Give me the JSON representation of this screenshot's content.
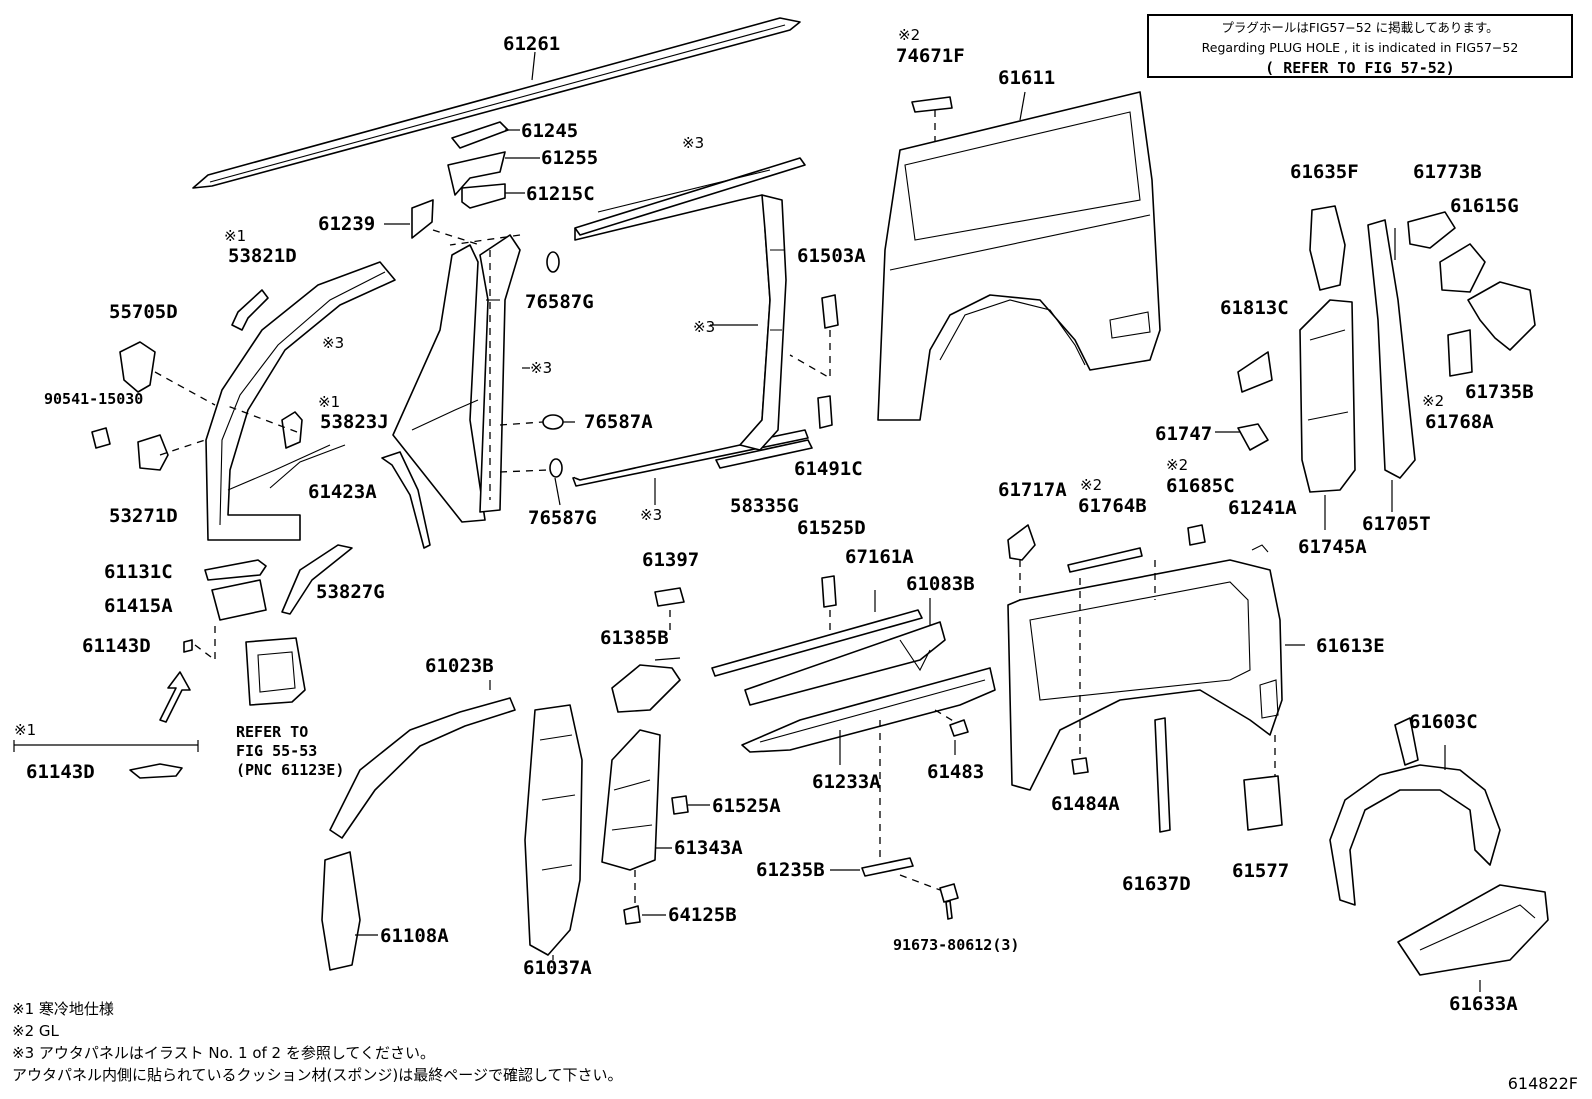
{
  "note_box": {
    "line1": "プラグホールはFIG57−52 に掲載してあります。",
    "line2": "Regarding PLUG HOLE , it is indicated in FIG57−52",
    "line3": "( REFER TO FIG 57-52)"
  },
  "parts": {
    "p61261": "61261",
    "p61245": "61245",
    "p61255": "61255",
    "p61215C": "61215C",
    "p61239": "61239",
    "p53821D": "53821D",
    "p55705D": "55705D",
    "p90541": "90541-15030",
    "p53823J": "53823J",
    "p53271D": "53271D",
    "p61423A": "61423A",
    "p61131C": "61131C",
    "p61415A": "61415A",
    "p53827G": "53827G",
    "p61143D_a": "61143D",
    "p61143D_b": "61143D",
    "p76587G_a": "76587G",
    "p76587A": "76587A",
    "p76587G_b": "76587G",
    "p61503A": "61503A",
    "p61491C": "61491C",
    "p58335G": "58335G",
    "p74671F": "74671F",
    "p61611": "61611",
    "p61635F": "61635F",
    "p61773B": "61773B",
    "p61615G": "61615G",
    "p61813C": "61813C",
    "p61735B": "61735B",
    "p61768A": "61768A",
    "p61747": "61747",
    "p61745A": "61745A",
    "p61705T": "61705T",
    "p61717A": "61717A",
    "p61764B": "61764B",
    "p61685C": "61685C",
    "p61241A": "61241A",
    "p61525D": "61525D",
    "p67161A": "67161A",
    "p61083B": "61083B",
    "p61397": "61397",
    "p61385B": "61385B",
    "p61023B": "61023B",
    "p61613E": "61613E",
    "p61603C": "61603C",
    "p61233A": "61233A",
    "p61483": "61483",
    "p61484A": "61484A",
    "p61525A": "61525A",
    "p61343A": "61343A",
    "p61235B": "61235B",
    "p64125B": "64125B",
    "p61108A": "61108A",
    "p61037A": "61037A",
    "p91673": "91673-80612(3)",
    "p61637D": "61637D",
    "p61577": "61577",
    "p61633A": "61633A"
  },
  "marks": {
    "m1": "※1",
    "m2": "※2",
    "m3": "※3"
  },
  "refer": {
    "line1": "REFER TO",
    "line2": "FIG 55-53",
    "line3": "(PNC 61123E)"
  },
  "footnotes": {
    "f1": "※1 寒冷地仕様",
    "f2": "※2 GL",
    "f3": "※3 アウタパネルはイラスト No. 1 of 2 を参照してください。",
    "f4": "アウタパネル内側に貼られているクッション材(スポンジ)は最終ページで確認して下さい。"
  },
  "figure_id": "614822F"
}
